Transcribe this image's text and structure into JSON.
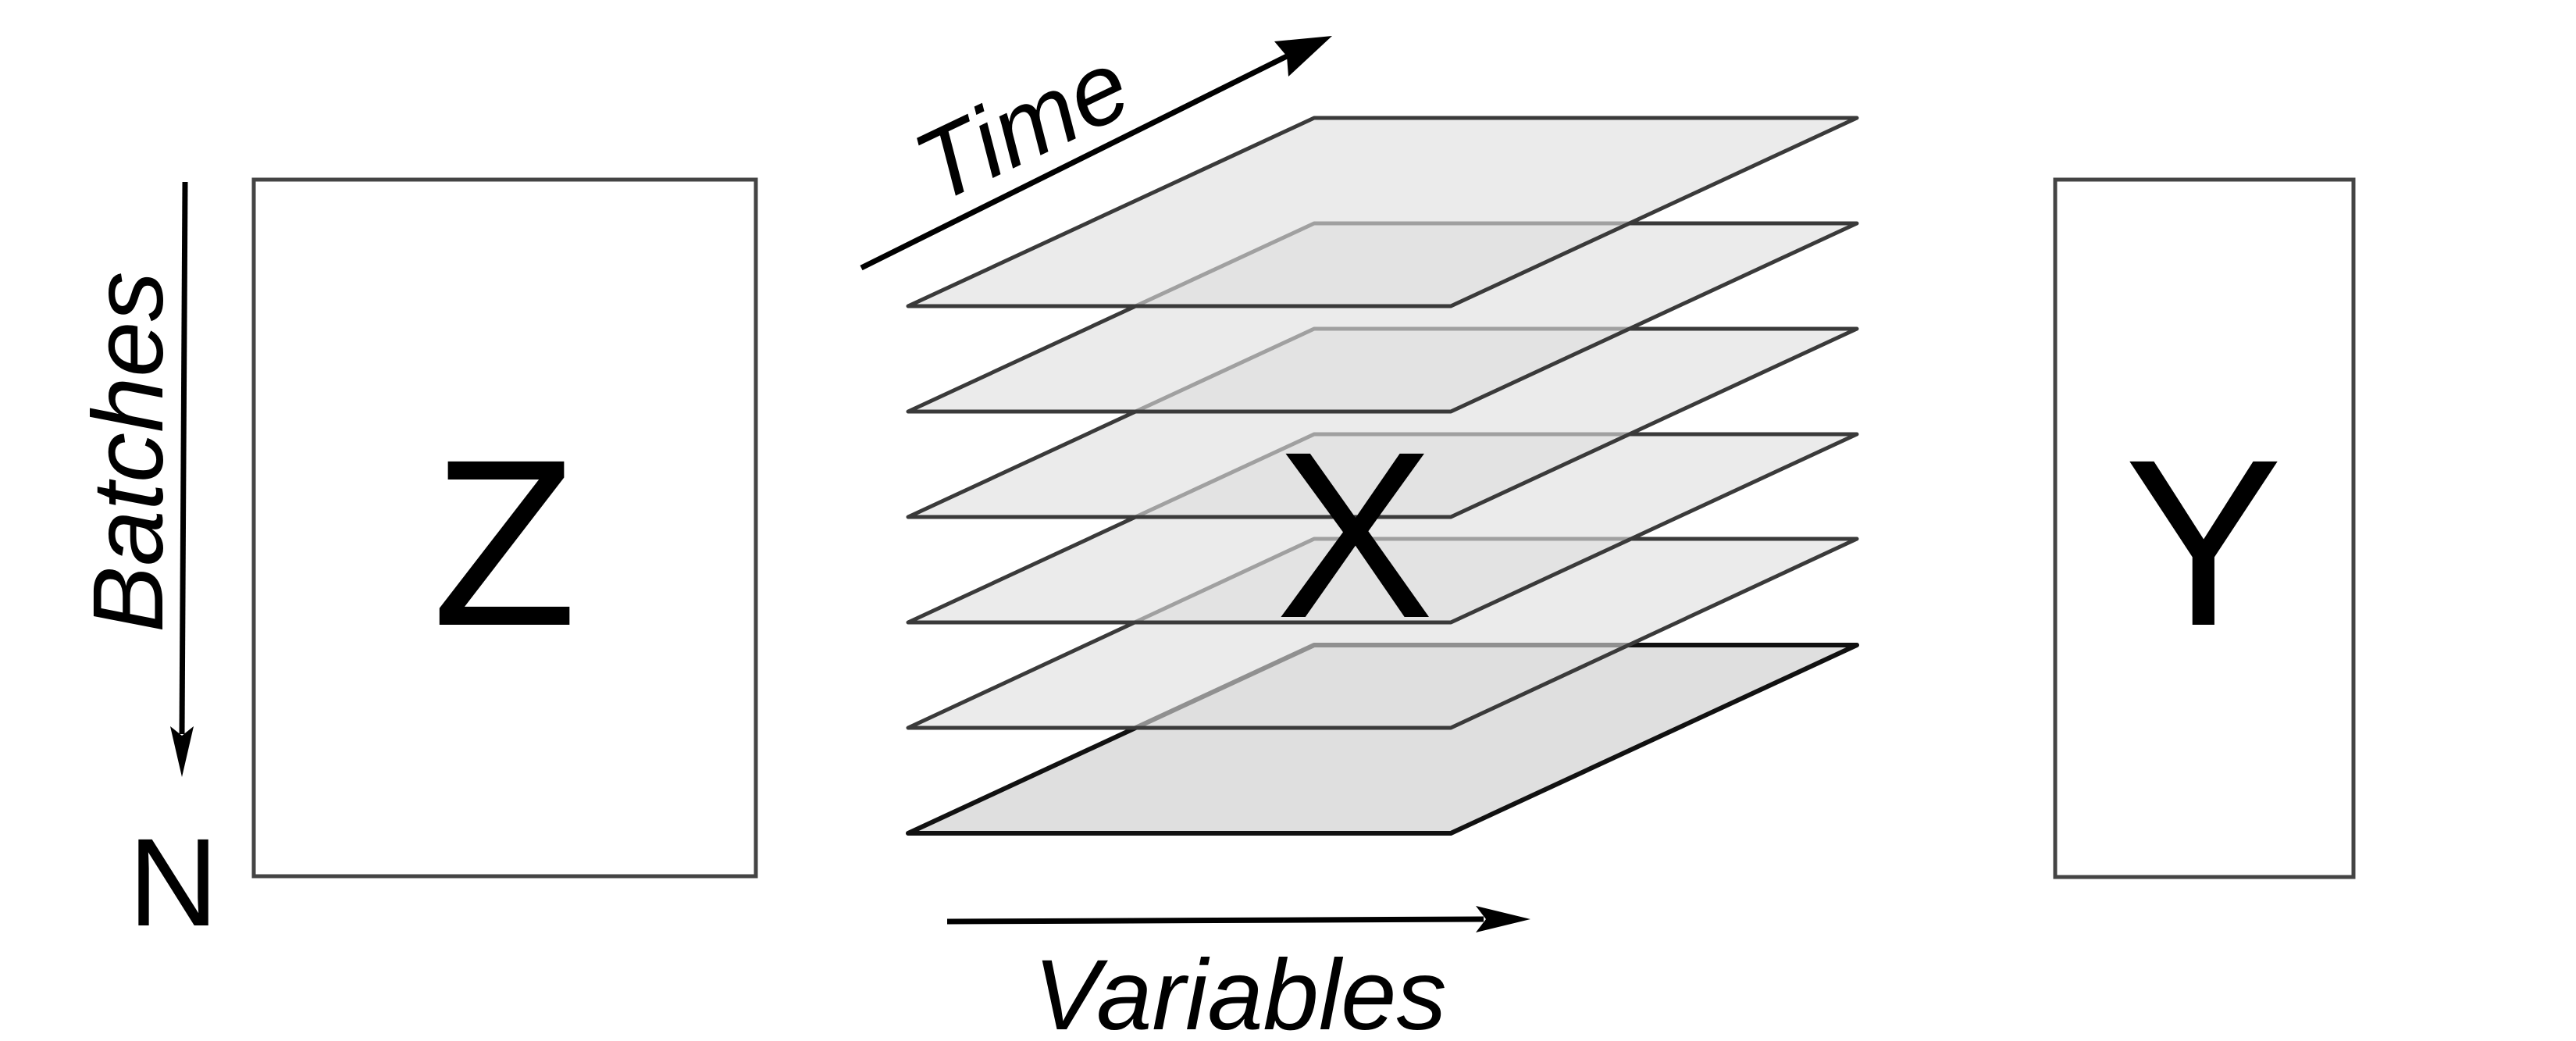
{
  "diagram": {
    "left_matrix": {
      "label": "Z"
    },
    "center_tensor": {
      "label": "X",
      "layer_count": 6
    },
    "right_matrix": {
      "label": "Y"
    },
    "axes": {
      "batches": "Batches",
      "batch_size": "N",
      "time": "Time",
      "variables": "Variables"
    }
  }
}
